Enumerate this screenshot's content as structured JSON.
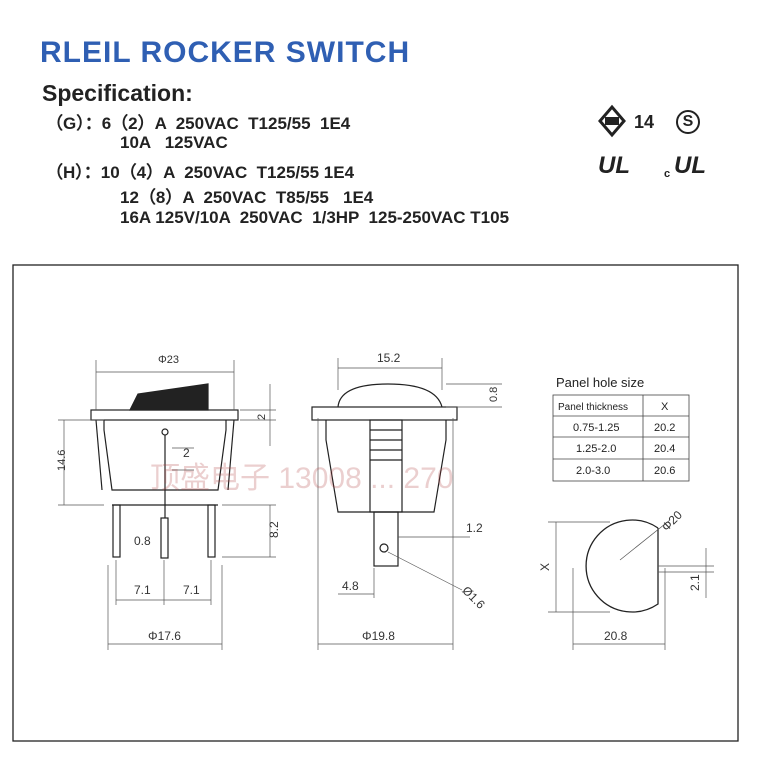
{
  "title": "RLEIL ROCKER SWITCH",
  "spec_heading": "Specification:",
  "spec_lines": [
    "（G）：6（2）A  250VAC  T125/55  1E4",
    "10A   125VAC",
    "（H）：10（4）A  250VAC  T125/55 1E4",
    "12（8）A  250VAC  T85/55   1E4",
    "16A 125V/10A  250VAC  1/3HP  125-250VAC T105"
  ],
  "cert": {
    "enec": "14",
    "s_mark": "S",
    "ul": "UL",
    "cul_c": "c",
    "cul": "UL"
  },
  "watermark": "顶盛电子 13008 ... 270",
  "side_view": {
    "top_dia": "Φ23",
    "h_total": "14.6",
    "flange": "2",
    "inner": "2",
    "pin_w": "0.8",
    "pin_h": "8.2",
    "pitch1": "7.1",
    "pitch2": "7.1",
    "body_dia": "Φ17.6"
  },
  "front_view": {
    "width": "15.2",
    "rocker": "0.8",
    "gap": "1.2",
    "hole": "Ø1.6",
    "offset": "4.8",
    "body_dia": "Φ19.8"
  },
  "panel_table": {
    "title": "Panel hole size",
    "headers": [
      "Panel thickness",
      "X"
    ],
    "rows": [
      [
        "0.75-1.25",
        "20.2"
      ],
      [
        "1.25-2.0",
        "20.4"
      ],
      [
        "2.0-3.0",
        "20.6"
      ]
    ]
  },
  "panel_hole": {
    "dia": "Φ20",
    "x_label": "X",
    "flat": "2.1",
    "width": "20.8"
  }
}
